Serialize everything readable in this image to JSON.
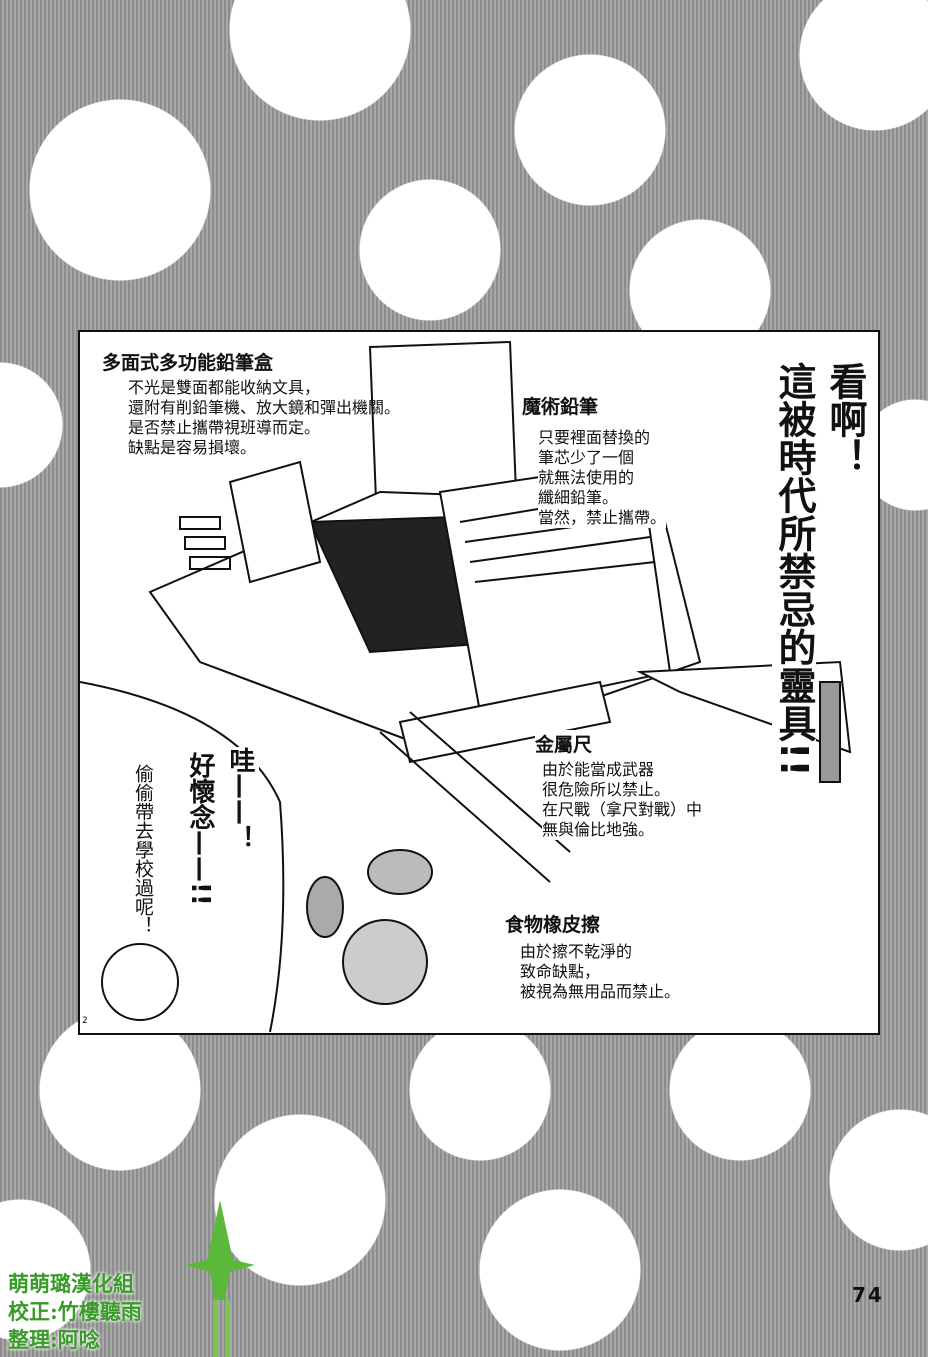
{
  "panel": {
    "case_title": "多面式多功能鉛筆盒",
    "case_desc": [
      "不光是雙面都能收納文具，",
      "還附有削鉛筆機、放大鏡和彈出機關。",
      "是否禁止攜帶視班導而定。",
      "缺點是容易損壞。"
    ],
    "pencil_title": "魔術鉛筆",
    "pencil_desc": [
      "只要裡面替換的",
      "筆芯少了一個",
      "就無法使用的",
      "纖細鉛筆。",
      "當然，禁止攜帶。"
    ],
    "ruler_title": "金屬尺",
    "ruler_desc": [
      "由於能當成武器",
      "很危險所以禁止。",
      "在尺戰（拿尺對戰）中",
      "無與倫比地強。"
    ],
    "eraser_title": "食物橡皮擦",
    "eraser_desc": [
      "由於擦不乾淨的",
      "致命缺點，",
      "被視為無用品而禁止。"
    ],
    "shout_col1": "看啊！",
    "shout_col2": "這被時代所禁忌的靈具!!",
    "wow": "哇——！",
    "nostalgic": "好懷念——!!",
    "sneak": "偷偷帶去學校過呢！",
    "panel_number": "2"
  },
  "credits": {
    "group": "萌萌璐漢化組",
    "proofread": "校正:竹樓聽雨",
    "edit": "整理:阿唸"
  },
  "page_number": "74",
  "colors": {
    "credit_green": "#3a9a2a",
    "screentone": "#9a9a9a"
  }
}
